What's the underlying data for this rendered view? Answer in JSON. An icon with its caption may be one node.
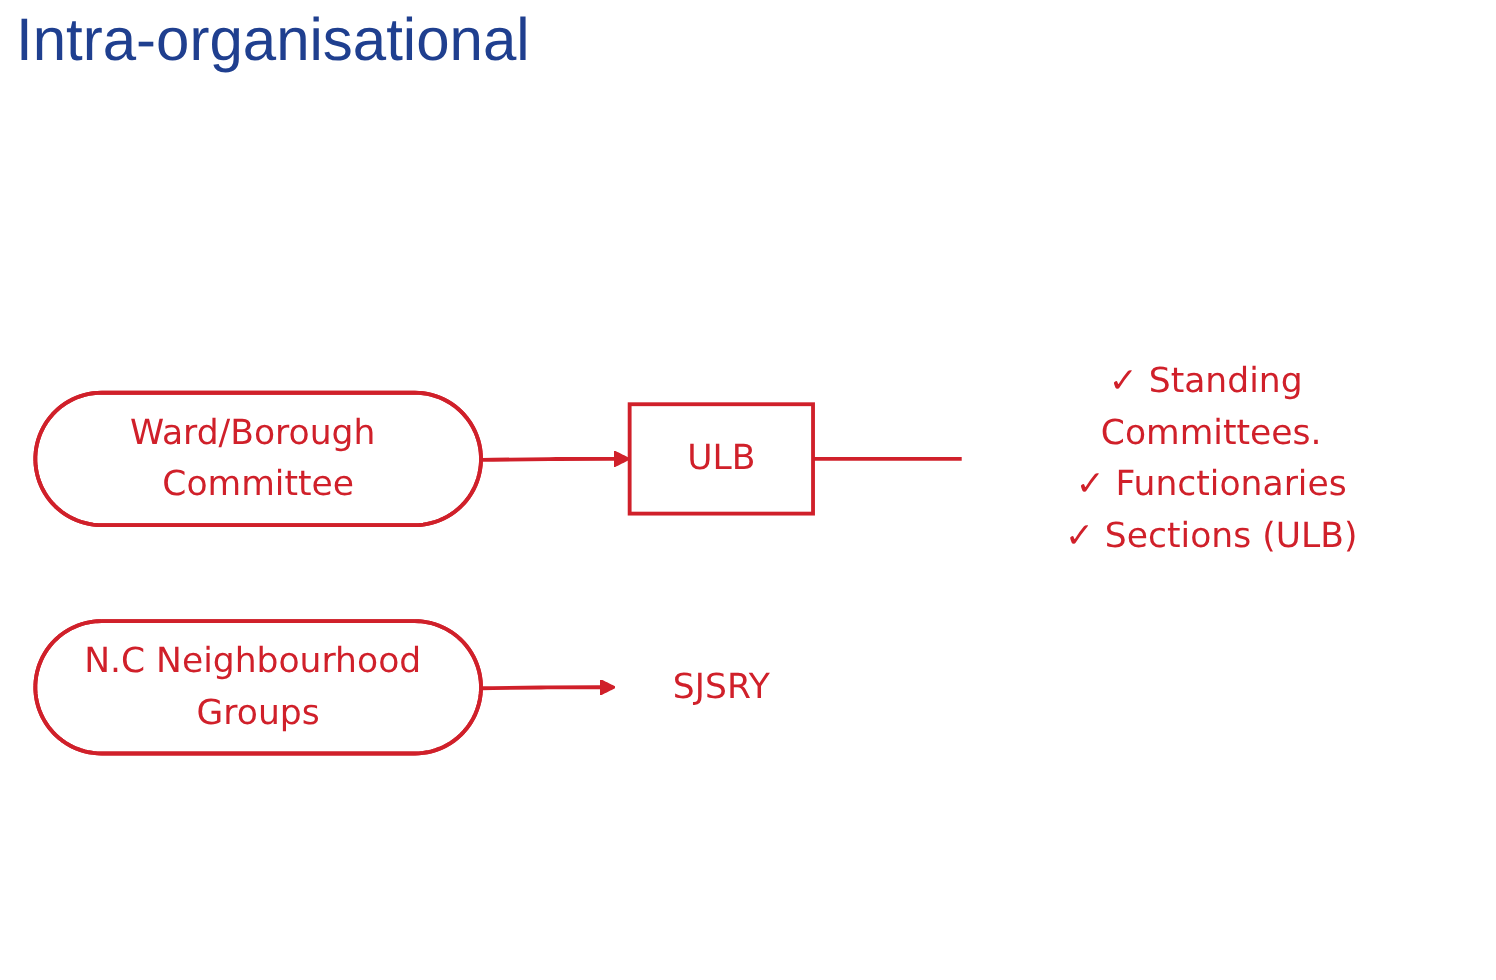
{
  "diagram": {
    "title": "Intra-organisational",
    "nodes": [
      {
        "text": [
          "ULB"
        ]
      },
      {
        "text": [
          "✓ Standing Committees.",
          "✓ Functionaries",
          "✓ Sections (ULB)"
        ]
      },
      {
        "text": [
          "Ward/Borough Committee"
        ]
      },
      {
        "text": [
          "N.C Neighbourhood Groups"
        ]
      },
      {
        "text": [
          "SJSRY"
        ]
      }
    ],
    "edges": [
      {
        "from": 2,
        "to": 0,
        "arrow": "to"
      },
      {
        "from": 0,
        "to": 1,
        "arrow": "none"
      },
      {
        "from": 3,
        "to": 4,
        "arrow": "to"
      }
    ]
  }
}
